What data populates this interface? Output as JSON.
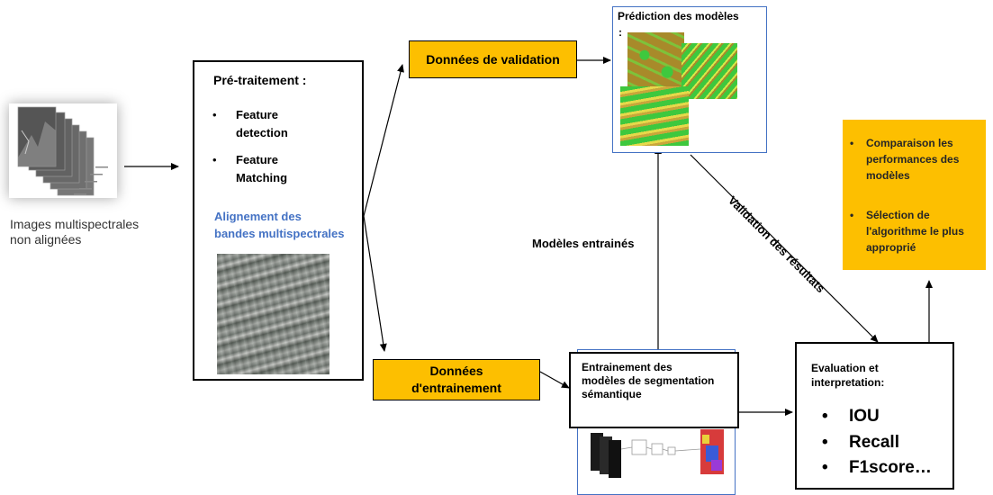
{
  "input": {
    "caption_line1": "Images multispectrales",
    "caption_line2": "non alignées"
  },
  "preprocessing": {
    "title": "Pré-traitement :",
    "bullet": "•",
    "items": [
      {
        "line1": "Feature",
        "line2": "detection"
      },
      {
        "line1": "Feature",
        "line2": "Matching"
      }
    ],
    "alignment_line1": "Alignement des",
    "alignment_line2": "bandes multispectrales",
    "alignment_color": "#4472c4"
  },
  "validation_data": {
    "label": "Données de validation"
  },
  "training_data": {
    "line1": "Données",
    "line2": "d'entrainement"
  },
  "prediction": {
    "title": "Prédiction des modèles",
    "colon": ":",
    "border_color": "#4472c4"
  },
  "training": {
    "line1": "Entrainement des",
    "line2": "modèles de segmentation",
    "line3": "sémantique"
  },
  "edges": {
    "trained_models": "Modèles entrainés",
    "validation_results": "Validation des résultats"
  },
  "evaluation": {
    "title_line1": "Evaluation et",
    "title_line2": "interpretation:",
    "bullet": "•",
    "metrics": [
      "IOU",
      "Recall",
      "F1score…"
    ]
  },
  "conclusion": {
    "bullet": "•",
    "items": [
      {
        "line1": "Comparaison les",
        "line2": "performances des",
        "line3": "modèles"
      },
      {
        "line1": "Sélection de",
        "line2": "l'algorithme le plus",
        "line3": "approprié"
      }
    ]
  },
  "colors": {
    "accent_orange": "#fdbf00",
    "blue": "#4472c4",
    "green": "#3ec83e",
    "ochre": "#a88a2a"
  }
}
